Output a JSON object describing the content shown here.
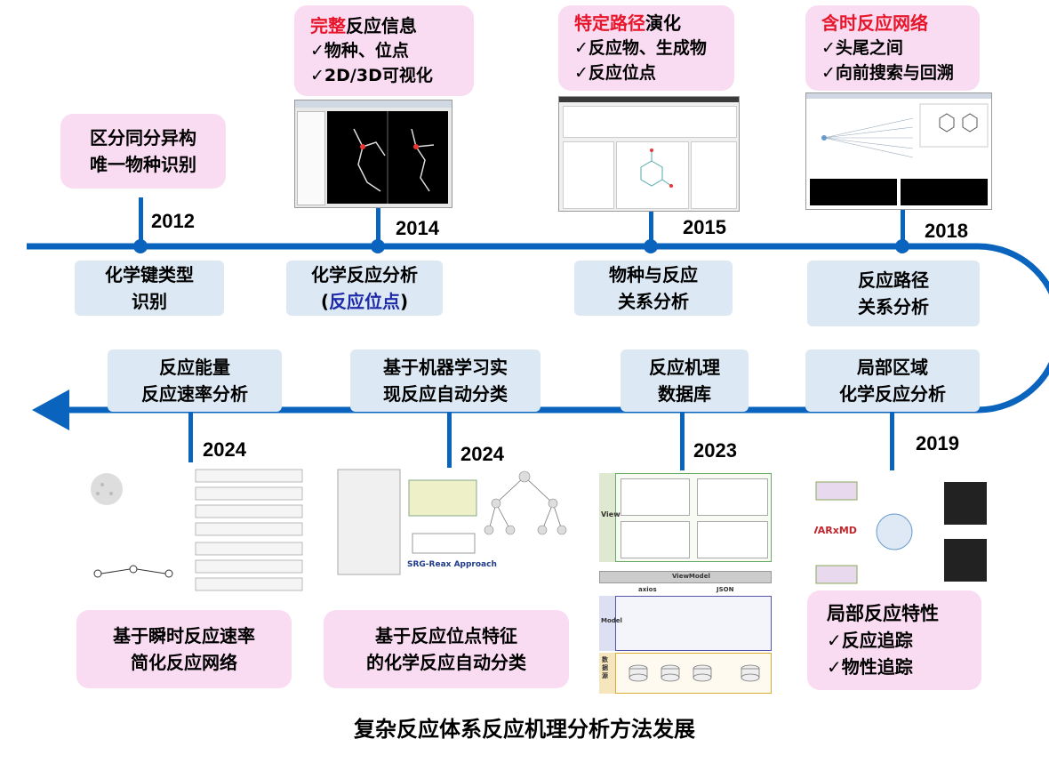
{
  "title": "复杂反应体系反应机理分析方法发展",
  "colors": {
    "timeline": "#0a64be",
    "pink_box": "#f9dcf2",
    "blue_box": "#dce9f4",
    "highlight_red": "#e8162b",
    "highlight_navy": "#1f2aa8"
  },
  "top_row": [
    {
      "year": "2012",
      "feature": [
        "区分同分异构",
        "唯一物种识别"
      ],
      "method": [
        "化学键类型",
        "识别"
      ]
    },
    {
      "year": "2014",
      "feature_title_red": "完整",
      "feature_title_rest": "反应信息",
      "feature_items": [
        "✓物种、位点",
        "✓2D/3D可视化"
      ],
      "method_line1": "化学反应分析",
      "method_line2_open": "(",
      "method_line2_highlight": "反应位点",
      "method_line2_close": ")"
    },
    {
      "year": "2015",
      "feature_title_red": "特定路径",
      "feature_title_rest": "演化",
      "feature_items": [
        "✓反应物、生成物",
        "✓反应位点"
      ],
      "method": [
        "物种与反应",
        "关系分析"
      ]
    },
    {
      "year": "2018",
      "feature_title_red": "含时反应网络",
      "feature_items": [
        "✓头尾之间",
        "✓向前搜索与回溯"
      ],
      "method": [
        "反应路径",
        "关系分析"
      ]
    }
  ],
  "bottom_row": [
    {
      "year": "2024",
      "method": [
        "反应能量",
        "反应速率分析"
      ],
      "feature": [
        "基于瞬时反应速率",
        "简化反应网络"
      ]
    },
    {
      "year": "2024",
      "method": [
        "基于机器学习实",
        "现反应自动分类"
      ],
      "feature": [
        "基于反应位点特征",
        "的化学反应自动分类"
      ]
    },
    {
      "year": "2023",
      "method": [
        "反应机理",
        "数据库"
      ]
    },
    {
      "year": "2019",
      "method": [
        "局部区域",
        "化学反应分析"
      ],
      "feature_title": "局部反应特性",
      "feature_items": [
        "✓反应追踪",
        "✓物性追踪"
      ]
    }
  ],
  "figure_texts": {
    "srg_title": "SRG-Reax Approach",
    "db_view": "View",
    "db_viewmodel": "ViewModel",
    "db_model": "Model",
    "db_source": "数据源",
    "db_axios": "axios",
    "db_json": "JSON",
    "varxmd": "VARxMD"
  }
}
